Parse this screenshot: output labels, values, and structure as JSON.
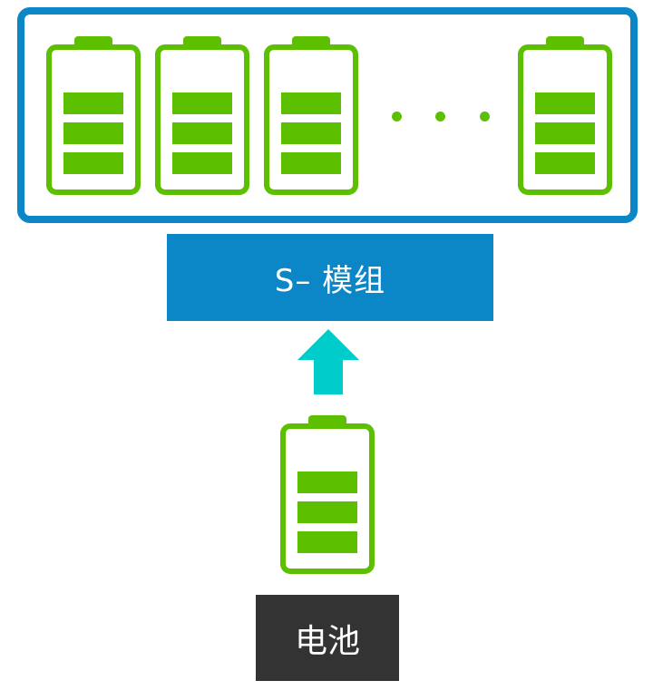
{
  "module": {
    "label": "S– 模组",
    "battery_count_shown": 4,
    "ellipsis": "· · ·"
  },
  "battery": {
    "label": "电池"
  },
  "colors": {
    "frame": "#0b86c6",
    "battery_green": "#5cc000",
    "arrow": "#00cccc",
    "dark_box": "#333333",
    "label_text": "#ffffff"
  },
  "icons": {
    "battery": "battery-icon",
    "arrow": "arrow-up-icon"
  }
}
